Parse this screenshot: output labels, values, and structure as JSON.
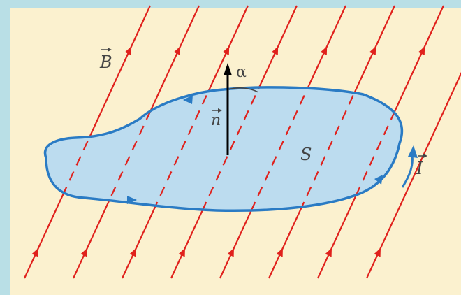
{
  "labels": {
    "field": "B",
    "normal": "n",
    "angle": "α",
    "area": "S",
    "current": "I"
  },
  "colors": {
    "background": "#fbf1cf",
    "frame": "#b9dfe6",
    "field_lines": "#e0211c",
    "loop_outline": "#2a7bc4",
    "loop_fill": "#bcdcef",
    "normal_vector": "#000000",
    "label": "#444444"
  },
  "icons": {
    "field_line_arrow": "arrowhead-up-right",
    "current_direction_arrow": "curved-arrow-up",
    "loop_direction_marker": "arrowhead-on-outline"
  }
}
